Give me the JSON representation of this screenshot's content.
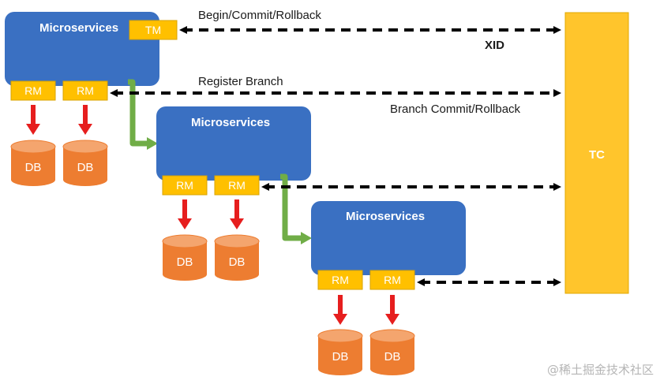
{
  "colors": {
    "service_fill": "#3a70c2",
    "service_border": "#2d5ea8",
    "tag_fill": "#ffc000",
    "tag_border": "#d9a300",
    "tc_fill": "#ffc52c",
    "db_fill": "#ed7d31",
    "db_top": "#f4a56e",
    "red_arrow": "#e61e1e",
    "green_arrow": "#70ad47",
    "dashed_line": "#000000"
  },
  "services": [
    {
      "title": "Microservices",
      "tm_label": "TM",
      "rm_labels": [
        "RM",
        "RM"
      ],
      "db_labels": [
        "DB",
        "DB"
      ]
    },
    {
      "title": "Microservices",
      "rm_labels": [
        "RM",
        "RM"
      ],
      "db_labels": [
        "DB",
        "DB"
      ]
    },
    {
      "title": "Microservices",
      "rm_labels": [
        "RM",
        "RM"
      ],
      "db_labels": [
        "DB",
        "DB"
      ]
    }
  ],
  "tc": {
    "label": "TC"
  },
  "links": {
    "begin_commit_rollback": "Begin/Commit/Rollback",
    "xid": "XID",
    "register_branch": "Register Branch",
    "branch_commit_rollback": "Branch Commit/Rollback"
  },
  "watermark": "@稀土掘金技术社区"
}
